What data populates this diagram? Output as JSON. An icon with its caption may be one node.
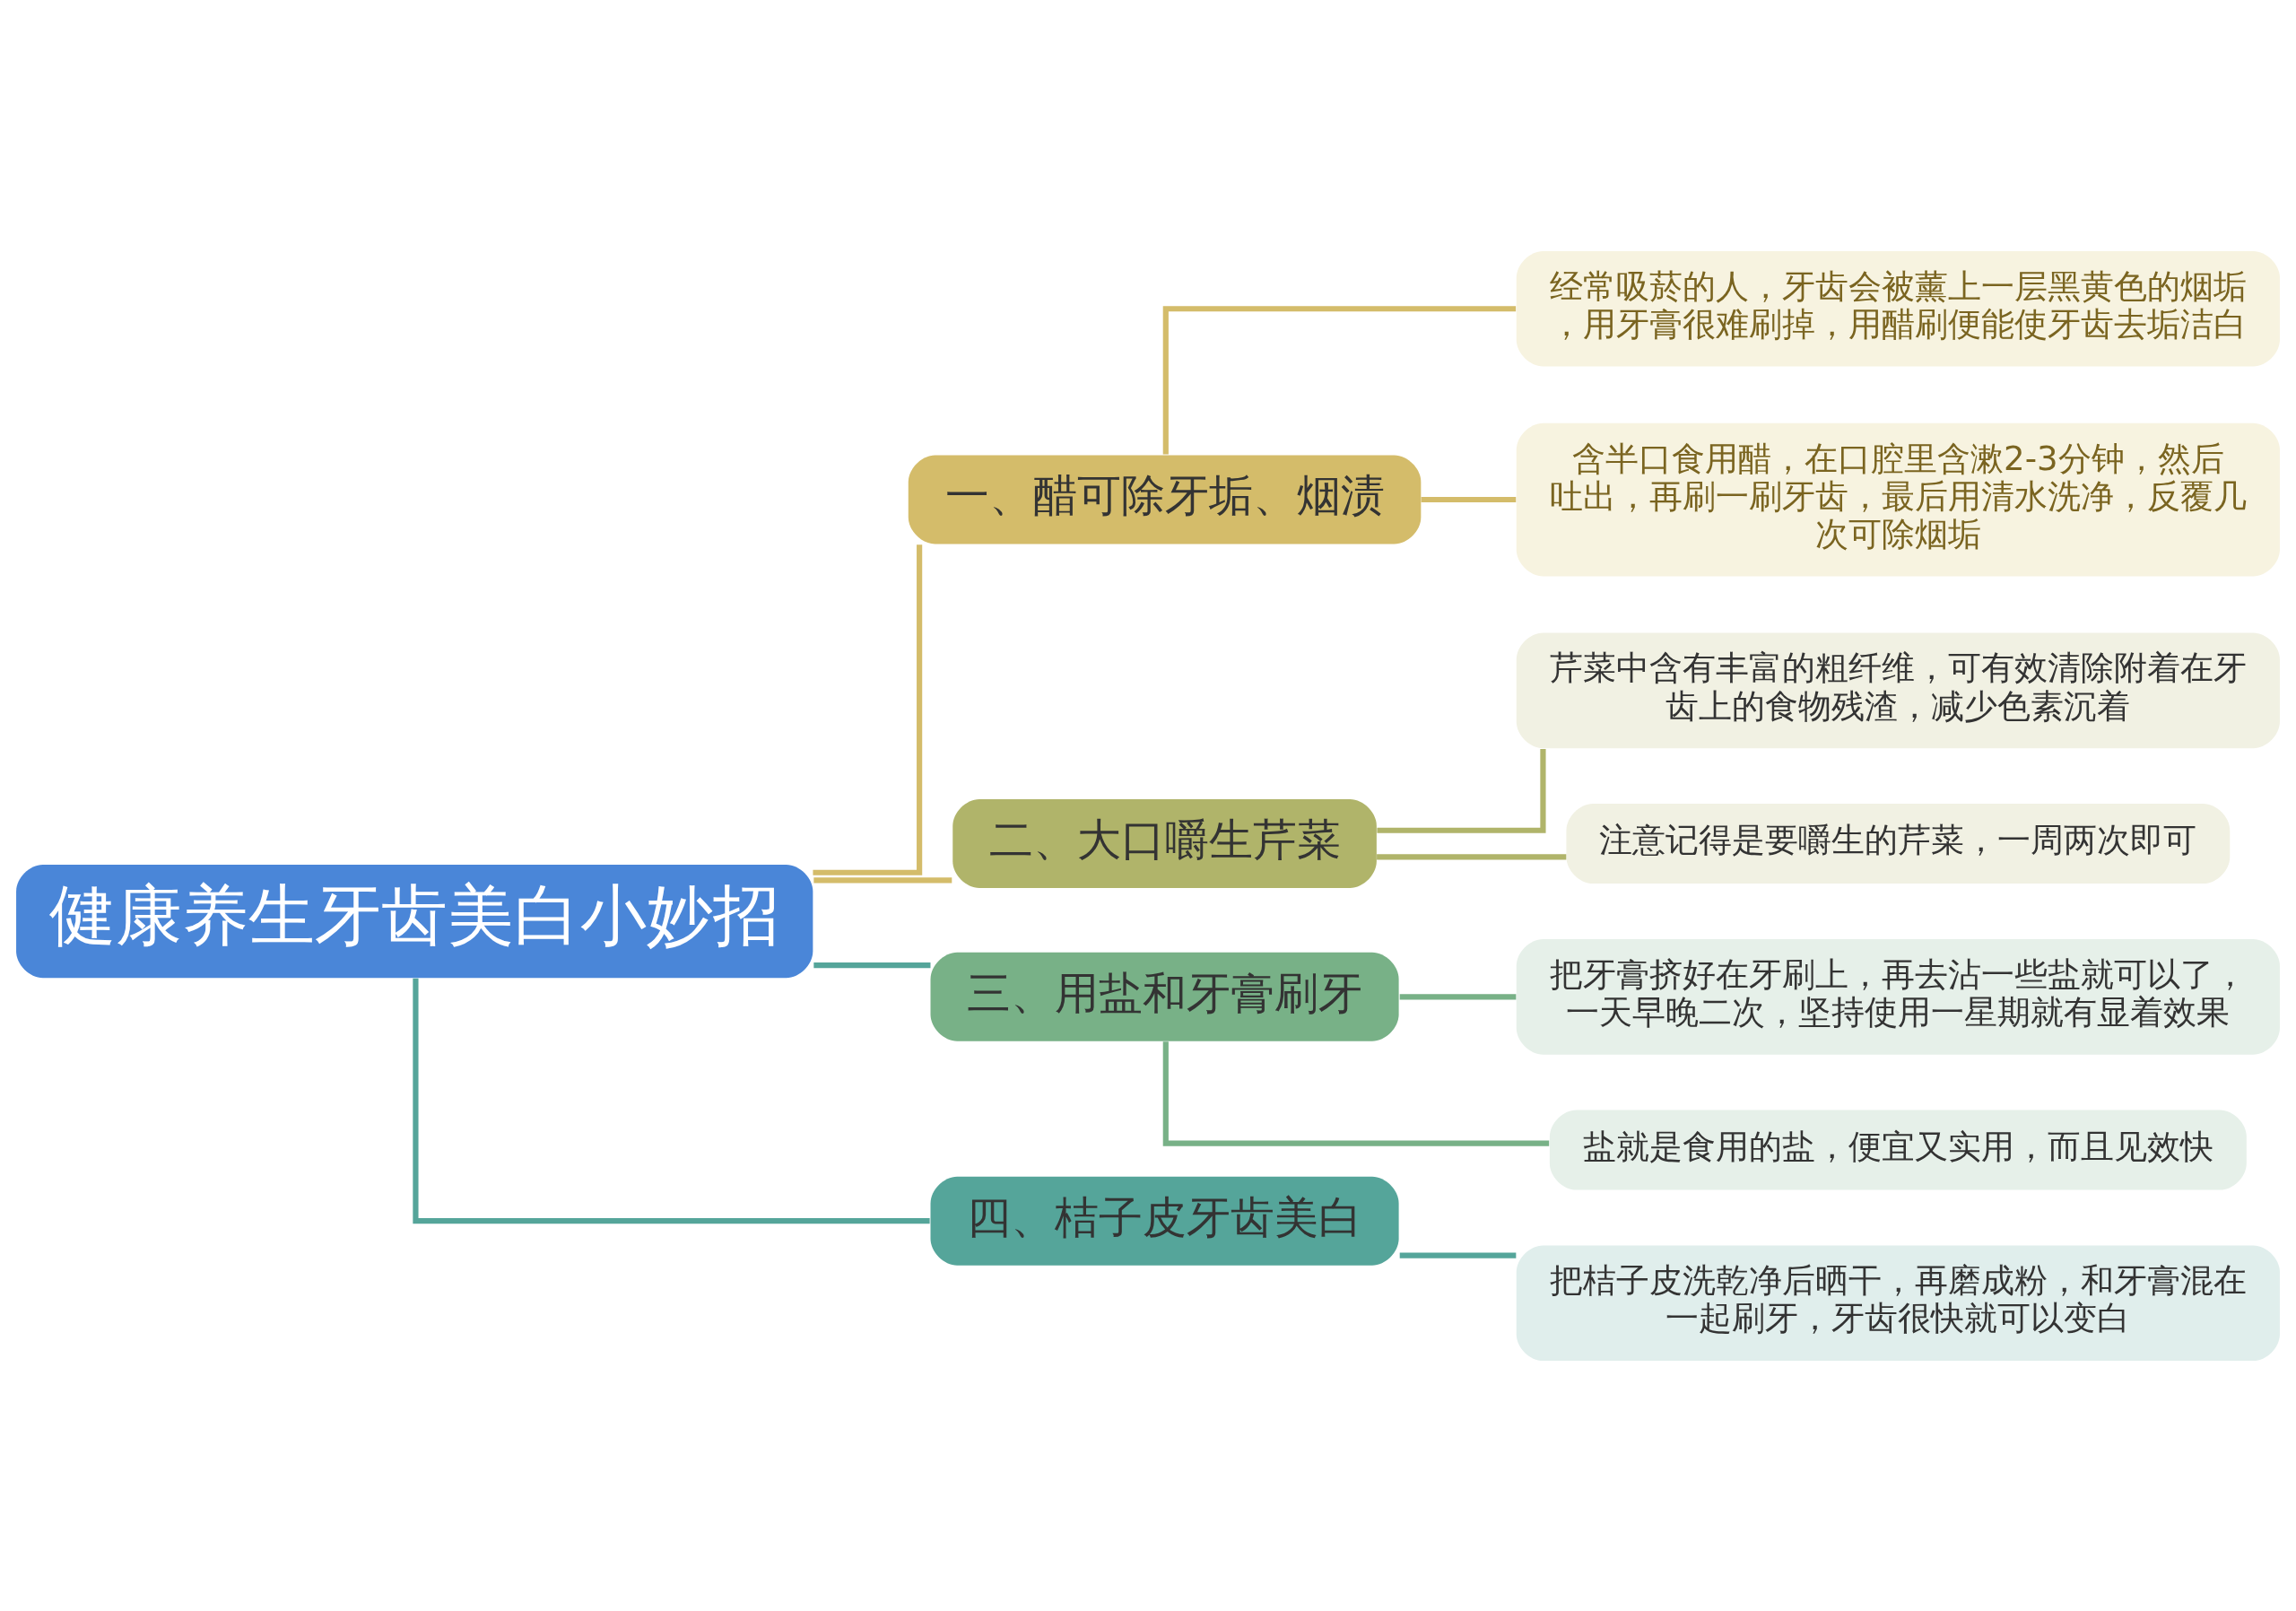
{
  "diagram": {
    "nodes": [
      {
        "text": [
          "健康养生牙齿美白小妙招"
        ]
      },
      {
        "text": [
          "一、醋可除牙垢、烟渍"
        ]
      },
      {
        "text": [
          "经常吸菸的人，牙齿会被薰上一层黑黄色的烟垢，用牙膏很难刷掉，用醋刷便能使牙齿去垢洁白"
        ]
      },
      {
        "text": [
          "含半口食用醋，在口腔里含漱2-3分钟，然后吐出，再刷一刷牙齿，最后用清水洗净，反覆几次可除烟垢"
        ]
      },
      {
        "text": [
          "二、大口嚼生芹菜"
        ]
      },
      {
        "text": [
          "芹菜中含有丰富的粗纤维，可有效清除附着在牙齿上的食物残渣，减少色素沉着"
        ]
      },
      {
        "text": [
          "注意记得是要嚼生的芹菜，一周两次即可"
        ]
      },
      {
        "text": [
          "三、用盐和牙膏刷牙"
        ]
      },
      {
        "text": [
          "把牙膏挤好在牙刷上，再去沾一些盐就可以了，一天早晚二次，坚持使用一星期就有显着效果"
        ]
      },
      {
        "text": [
          "盐就是食用的盐，便宜又实用，而且见效快"
        ]
      },
      {
        "text": [
          "四、桔子皮牙齿美白"
        ]
      },
      {
        "text": [
          "把桔子皮洗乾净后晒干，再磨成粉，和牙膏混在一起刷牙，牙齿很快就可以变白"
        ]
      }
    ],
    "edges": [
      {
        "from": 0,
        "to": 1,
        "arrow": "none",
        "color": "#d4bc6a"
      },
      {
        "from": 1,
        "to": 2,
        "arrow": "none",
        "color": "#d4bc6a"
      },
      {
        "from": 1,
        "to": 3,
        "arrow": "none",
        "color": "#d4bc6a"
      },
      {
        "from": 0,
        "to": 4,
        "arrow": "none",
        "color": "#d4bc6a"
      },
      {
        "from": 4,
        "to": 5,
        "arrow": "none",
        "color": "#b0b46a"
      },
      {
        "from": 4,
        "to": 6,
        "arrow": "none",
        "color": "#b0b46a"
      },
      {
        "from": 0,
        "to": 7,
        "arrow": "none",
        "color": "#55a59a"
      },
      {
        "from": 7,
        "to": 8,
        "arrow": "none",
        "color": "#78b187"
      },
      {
        "from": 7,
        "to": 9,
        "arrow": "none",
        "color": "#78b187"
      },
      {
        "from": 0,
        "to": 10,
        "arrow": "none",
        "color": "#55a59a"
      },
      {
        "from": 10,
        "to": 11,
        "arrow": "none",
        "color": "#55a59a"
      }
    ]
  }
}
